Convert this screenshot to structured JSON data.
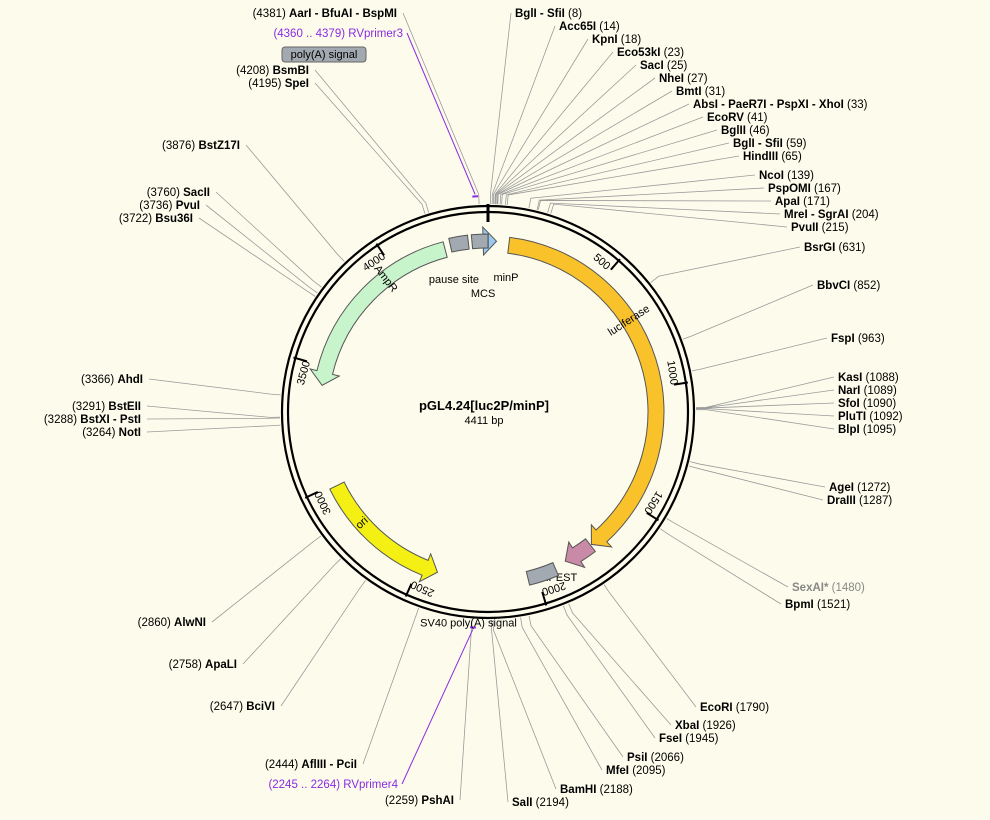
{
  "plasmid": {
    "name": "pGL4.24[luc2P/minP]",
    "size_label": "4411 bp",
    "total_bp": 4411
  },
  "colors": {
    "background": "#fdfcec",
    "luciferase": "#f9c22b",
    "ampr": "#c8f4cc",
    "ori": "#f4f014",
    "hpest": "#c98aa7",
    "grey_feature": "#a2a9b0",
    "minp": "#9ac8f0",
    "primer": "#8a2be2",
    "leader_line": "#999999"
  },
  "features": [
    {
      "name": "luciferase",
      "start": 87,
      "end": 1740,
      "color": "luciferase",
      "direction": "cw"
    },
    {
      "name": "hPEST",
      "start": 1745,
      "end": 1870,
      "color": "hpest",
      "direction": "cw"
    },
    {
      "name": "SV40 poly(A) signal",
      "start": 1920,
      "end": 2040,
      "color": "grey_feature",
      "direction": "none"
    },
    {
      "name": "ori",
      "start": 2420,
      "end": 2990,
      "color": "ori",
      "direction": "ccw"
    },
    {
      "name": "AmpR",
      "start": 3420,
      "end": 4230,
      "color": "ampr",
      "direction": "ccw"
    },
    {
      "name": "pause site",
      "start": 4255,
      "end": 4330,
      "color": "grey_feature",
      "direction": "none"
    },
    {
      "name": "MCS",
      "start": 4345,
      "end": 4411,
      "color": "grey_feature",
      "direction": "none"
    },
    {
      "name": "minP",
      "start": 1,
      "end": 35,
      "color": "minp",
      "direction": "cw"
    }
  ],
  "feature_label_poly_a": "poly(A) signal",
  "tick_labels": [
    "500",
    "1000",
    "1500",
    "2000",
    "2500",
    "3000",
    "3500",
    "4000"
  ],
  "sites": [
    {
      "name": "AarI - BfuAI - BspMI",
      "pos_text": "(4381)",
      "pos": 4381
    },
    {
      "name": "BsmBI",
      "pos_text": "(4208)",
      "pos": 4208
    },
    {
      "name": "SpeI",
      "pos_text": "(4195)",
      "pos": 4195
    },
    {
      "name": "BstZ17I",
      "pos_text": "(3876)",
      "pos": 3876
    },
    {
      "name": "SacII",
      "pos_text": "(3760)",
      "pos": 3760
    },
    {
      "name": "PvuI",
      "pos_text": "(3736)",
      "pos": 3736
    },
    {
      "name": "Bsu36I",
      "pos_text": "(3722)",
      "pos": 3722
    },
    {
      "name": "AhdI",
      "pos_text": "(3366)",
      "pos": 3366
    },
    {
      "name": "BstEII",
      "pos_text": "(3291)",
      "pos": 3291
    },
    {
      "name": "BstXI - PstI",
      "pos_text": "(3288)",
      "pos": 3288
    },
    {
      "name": "NotI",
      "pos_text": "(3264)",
      "pos": 3264
    },
    {
      "name": "AlwNI",
      "pos_text": "(2860)",
      "pos": 2860
    },
    {
      "name": "ApaLI",
      "pos_text": "(2758)",
      "pos": 2758
    },
    {
      "name": "BciVI",
      "pos_text": "(2647)",
      "pos": 2647
    },
    {
      "name": "AflIII - PciI",
      "pos_text": "(2444)",
      "pos": 2444
    },
    {
      "name": "PshAI",
      "pos_text": "(2259)",
      "pos": 2259
    },
    {
      "name": "BglI - SfiI",
      "pos_text": "(8)",
      "pos": 8
    },
    {
      "name": "Acc65I",
      "pos_text": "(14)",
      "pos": 14
    },
    {
      "name": "KpnI",
      "pos_text": "(18)",
      "pos": 18
    },
    {
      "name": "Eco53kI",
      "pos_text": "(23)",
      "pos": 23
    },
    {
      "name": "SacI",
      "pos_text": "(25)",
      "pos": 25
    },
    {
      "name": "NheI",
      "pos_text": "(27)",
      "pos": 27
    },
    {
      "name": "BmtI",
      "pos_text": "(31)",
      "pos": 31
    },
    {
      "name": "AbsI - PaeR7I - PspXI - XhoI",
      "pos_text": "(33)",
      "pos": 33
    },
    {
      "name": "EcoRV",
      "pos_text": "(41)",
      "pos": 41
    },
    {
      "name": "BglII",
      "pos_text": "(46)",
      "pos": 46
    },
    {
      "name": "BglI - SfiI",
      "pos_text": "(59)",
      "pos": 59
    },
    {
      "name": "HindIII",
      "pos_text": "(65)",
      "pos": 65
    },
    {
      "name": "NcoI",
      "pos_text": "(139)",
      "pos": 139
    },
    {
      "name": "PspOMI",
      "pos_text": "(167)",
      "pos": 167
    },
    {
      "name": "ApaI",
      "pos_text": "(171)",
      "pos": 171
    },
    {
      "name": "MreI - SgrAI",
      "pos_text": "(204)",
      "pos": 204
    },
    {
      "name": "PvuII",
      "pos_text": "(215)",
      "pos": 215
    },
    {
      "name": "BsrGI",
      "pos_text": "(631)",
      "pos": 631
    },
    {
      "name": "BbvCI",
      "pos_text": "(852)",
      "pos": 852
    },
    {
      "name": "FspI",
      "pos_text": "(963)",
      "pos": 963
    },
    {
      "name": "KasI",
      "pos_text": "(1088)",
      "pos": 1088
    },
    {
      "name": "NarI",
      "pos_text": "(1089)",
      "pos": 1089
    },
    {
      "name": "SfoI",
      "pos_text": "(1090)",
      "pos": 1090
    },
    {
      "name": "PluTI",
      "pos_text": "(1092)",
      "pos": 1092
    },
    {
      "name": "BlpI",
      "pos_text": "(1095)",
      "pos": 1095
    },
    {
      "name": "AgeI",
      "pos_text": "(1272)",
      "pos": 1272
    },
    {
      "name": "DraIII",
      "pos_text": "(1287)",
      "pos": 1287
    },
    {
      "name": "SexAI*",
      "pos_text": "(1480)",
      "pos": 1480,
      "grey": true
    },
    {
      "name": "BpmI",
      "pos_text": "(1521)",
      "pos": 1521
    },
    {
      "name": "EcoRI",
      "pos_text": "(1790)",
      "pos": 1790
    },
    {
      "name": "XbaI",
      "pos_text": "(1926)",
      "pos": 1926
    },
    {
      "name": "FseI",
      "pos_text": "(1945)",
      "pos": 1945
    },
    {
      "name": "PsiI",
      "pos_text": "(2066)",
      "pos": 2066
    },
    {
      "name": "MfeI",
      "pos_text": "(2095)",
      "pos": 2095
    },
    {
      "name": "BamHI",
      "pos_text": "(2188)",
      "pos": 2188
    },
    {
      "name": "SalI",
      "pos_text": "(2194)",
      "pos": 2194
    }
  ],
  "primers": [
    {
      "name": "RVprimer3",
      "range_text": "(4360 .. 4379)",
      "start": 4360,
      "end": 4379
    },
    {
      "name": "RVprimer4",
      "range_text": "(2245 .. 2264)",
      "start": 2245,
      "end": 2264
    }
  ]
}
